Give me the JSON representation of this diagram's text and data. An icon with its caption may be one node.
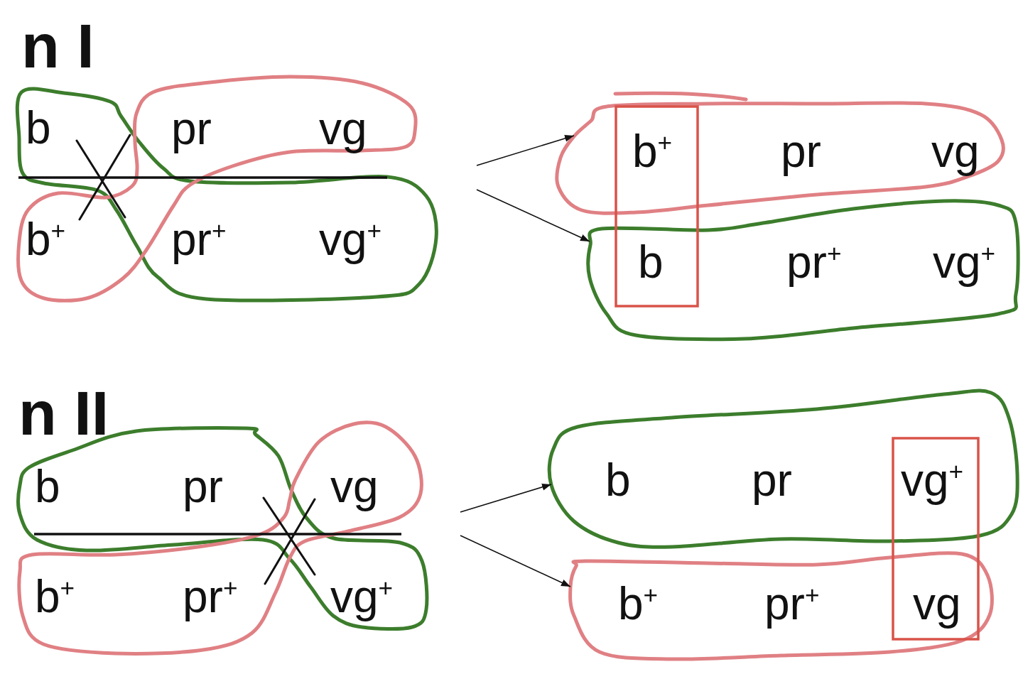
{
  "diagram": {
    "nodes": [
      {
        "text": [
          "b",
          "pr$^{+}$",
          "vg$^{+}$"
        ]
      },
      {
        "text": [
          "pr",
          "vg",
          "b$^{+}$"
        ]
      },
      {
        "text": [
          "b$^{+}$",
          "pr",
          "vg"
        ]
      },
      {
        "text": [
          "b",
          "pr$^{+}$",
          "vg$^{+}$"
        ]
      },
      {
        "text": [
          "b",
          "pr",
          "vg$^{+}$"
        ]
      },
      {
        "text": [
          "vg",
          "b$^{+}$",
          "pr$^{+}$"
        ]
      },
      {
        "text": [
          "b",
          "pr",
          "vg$^{+}$"
        ]
      },
      {
        "text": [
          "b$^{+}$",
          "pr$^{+}$",
          "vg"
        ]
      }
    ],
    "edges": [
      {
        "from": null,
        "to": 2,
        "arrow": "to"
      },
      {
        "from": null,
        "to": 3,
        "arrow": "to"
      },
      {
        "from": null,
        "to": 6,
        "arrow": "to"
      },
      {
        "from": null,
        "to": 7,
        "arrow": "to"
      }
    ],
    "labels": [
      "n I",
      "n II"
    ]
  }
}
